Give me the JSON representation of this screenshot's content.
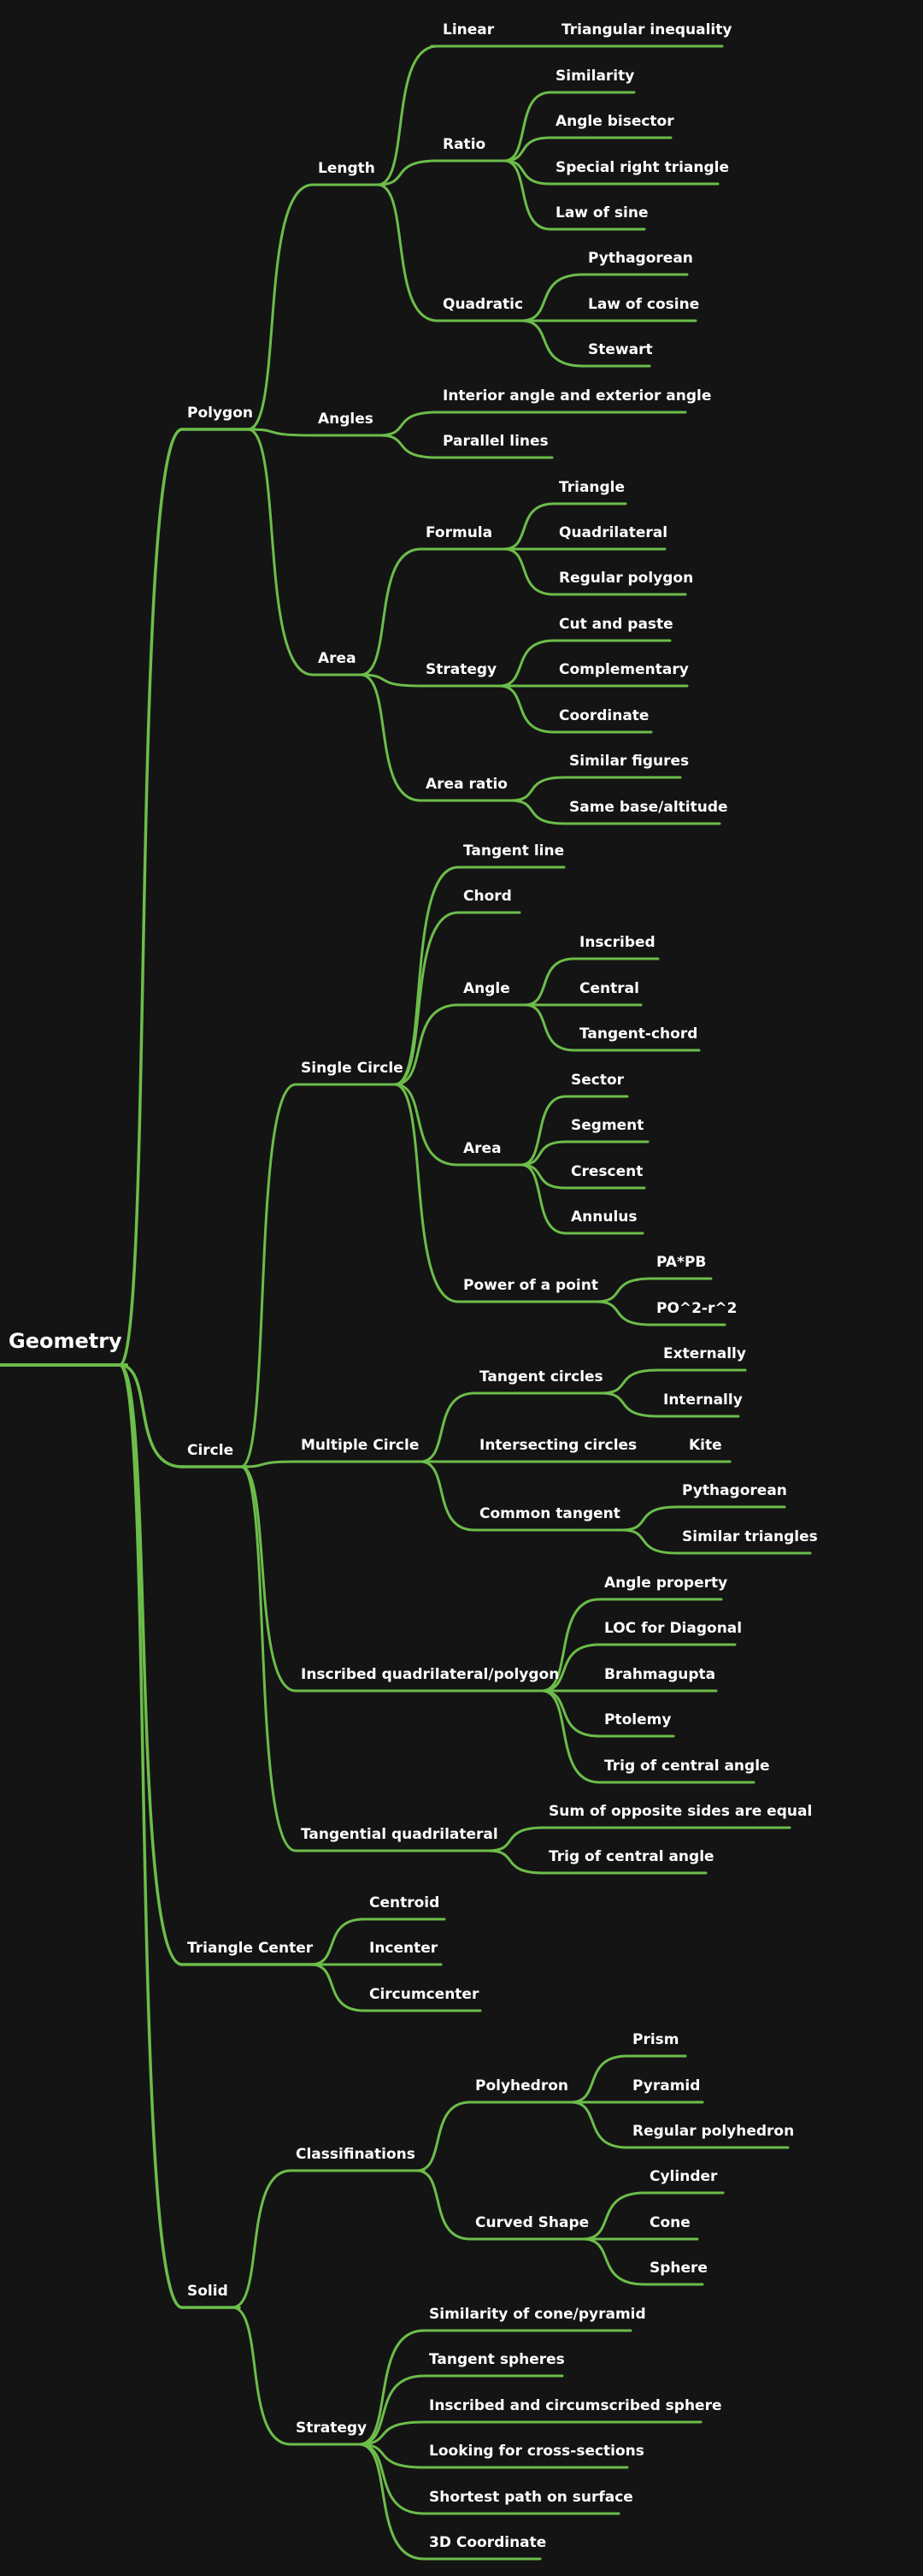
{
  "colors": {
    "background": "#141414",
    "branch": "#6cbd4a",
    "text": "#ffffff"
  },
  "mindmap": {
    "label": "Geometry",
    "children": [
      {
        "label": "Polygon",
        "children": [
          {
            "label": "Length",
            "children": [
              {
                "label": "Linear",
                "children": [
                  {
                    "label": "Triangular inequality"
                  }
                ]
              },
              {
                "label": "Ratio",
                "children": [
                  {
                    "label": "Similarity"
                  },
                  {
                    "label": "Angle bisector"
                  },
                  {
                    "label": "Special right triangle"
                  },
                  {
                    "label": "Law of sine"
                  }
                ]
              },
              {
                "label": "Quadratic",
                "children": [
                  {
                    "label": "Pythagorean"
                  },
                  {
                    "label": "Law of cosine"
                  },
                  {
                    "label": "Stewart"
                  }
                ]
              }
            ]
          },
          {
            "label": "Angles",
            "children": [
              {
                "label": "Interior angle and exterior angle"
              },
              {
                "label": "Parallel lines"
              }
            ]
          },
          {
            "label": "Area",
            "children": [
              {
                "label": "Formula",
                "children": [
                  {
                    "label": "Triangle"
                  },
                  {
                    "label": "Quadrilateral"
                  },
                  {
                    "label": "Regular polygon"
                  }
                ]
              },
              {
                "label": "Strategy",
                "children": [
                  {
                    "label": "Cut and paste"
                  },
                  {
                    "label": "Complementary"
                  },
                  {
                    "label": "Coordinate"
                  }
                ]
              },
              {
                "label": "Area ratio",
                "children": [
                  {
                    "label": "Similar figures"
                  },
                  {
                    "label": "Same base/altitude"
                  }
                ]
              }
            ]
          }
        ]
      },
      {
        "label": "Circle",
        "children": [
          {
            "label": "Single Circle",
            "children": [
              {
                "label": "Tangent line"
              },
              {
                "label": "Chord"
              },
              {
                "label": "Angle",
                "children": [
                  {
                    "label": "Inscribed"
                  },
                  {
                    "label": "Central"
                  },
                  {
                    "label": "Tangent-chord"
                  }
                ]
              },
              {
                "label": "Area",
                "children": [
                  {
                    "label": "Sector"
                  },
                  {
                    "label": "Segment"
                  },
                  {
                    "label": "Crescent"
                  },
                  {
                    "label": "Annulus"
                  }
                ]
              },
              {
                "label": "Power of a point",
                "children": [
                  {
                    "label": "PA*PB"
                  },
                  {
                    "label": "PO^2-r^2"
                  }
                ]
              }
            ]
          },
          {
            "label": "Multiple Circle",
            "children": [
              {
                "label": "Tangent circles",
                "children": [
                  {
                    "label": "Externally"
                  },
                  {
                    "label": "Internally"
                  }
                ]
              },
              {
                "label": "Intersecting circles",
                "children": [
                  {
                    "label": "Kite"
                  }
                ]
              },
              {
                "label": "Common tangent",
                "children": [
                  {
                    "label": "Pythagorean"
                  },
                  {
                    "label": "Similar triangles"
                  }
                ]
              }
            ]
          },
          {
            "label": "Inscribed quadrilateral/polygon",
            "children": [
              {
                "label": "Angle property"
              },
              {
                "label": "LOC for Diagonal"
              },
              {
                "label": "Brahmagupta"
              },
              {
                "label": "Ptolemy"
              },
              {
                "label": "Trig of central angle"
              }
            ]
          },
          {
            "label": "Tangential quadrilateral",
            "children": [
              {
                "label": "Sum of opposite sides are equal"
              },
              {
                "label": "Trig of central angle"
              }
            ]
          }
        ]
      },
      {
        "label": "Triangle Center",
        "children": [
          {
            "label": "Centroid"
          },
          {
            "label": "Incenter"
          },
          {
            "label": "Circumcenter"
          }
        ]
      },
      {
        "label": "Solid",
        "children": [
          {
            "label": "Classifinations",
            "children": [
              {
                "label": "Polyhedron",
                "children": [
                  {
                    "label": "Prism"
                  },
                  {
                    "label": "Pyramid"
                  },
                  {
                    "label": "Regular polyhedron"
                  }
                ]
              },
              {
                "label": "Curved Shape",
                "children": [
                  {
                    "label": "Cylinder"
                  },
                  {
                    "label": "Cone"
                  },
                  {
                    "label": "Sphere"
                  }
                ]
              }
            ]
          },
          {
            "label": "Strategy",
            "children": [
              {
                "label": "Similarity of cone/pyramid"
              },
              {
                "label": "Tangent spheres"
              },
              {
                "label": "Inscribed and circumscribed sphere"
              },
              {
                "label": "Looking for cross-sections"
              },
              {
                "label": "Shortest path on surface"
              },
              {
                "label": "3D Coordinate"
              }
            ]
          }
        ]
      }
    ]
  }
}
